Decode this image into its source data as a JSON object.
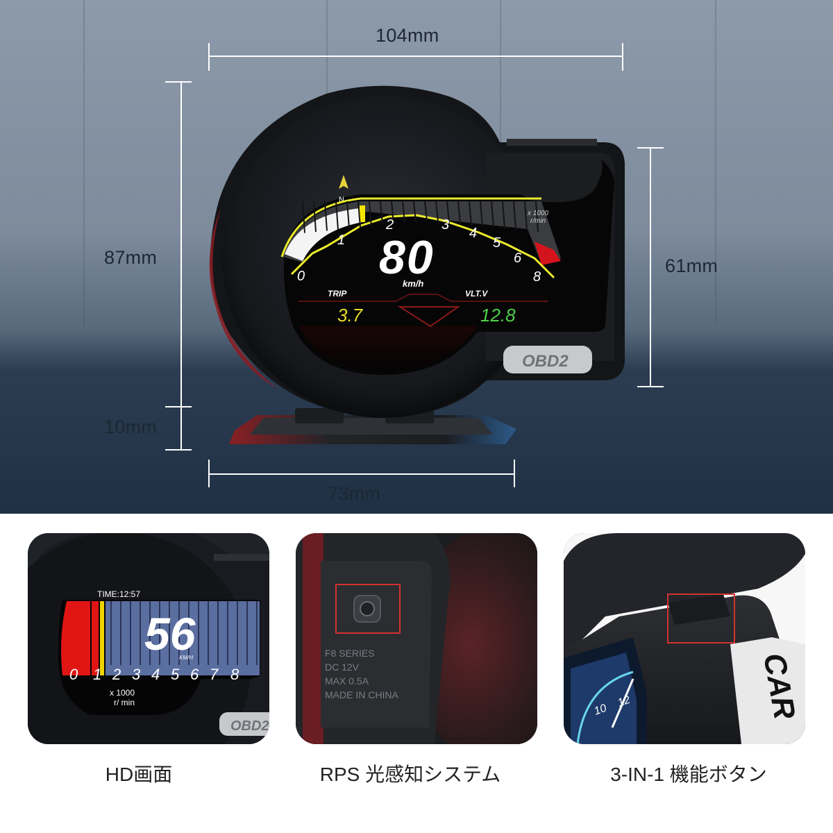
{
  "dimensions": {
    "width_top": "104mm",
    "height_total": "87mm",
    "height_screen": "61mm",
    "height_stand": "10mm",
    "width_base": "73mm"
  },
  "hero_screen": {
    "compass_letter": "N",
    "rpm_unit_line1": "x 1000",
    "rpm_unit_line2": "r/min",
    "scale_labels": [
      "0",
      "1",
      "2",
      "3",
      "4",
      "5",
      "6",
      "8"
    ],
    "speed_value": "80",
    "speed_unit": "km/h",
    "trip_label": "TRIP",
    "trip_value": "3.7",
    "voltage_label": "VLT.V",
    "voltage_value": "12.8",
    "badge": "OBD2"
  },
  "card_hd": {
    "time": "TIME:12:57",
    "speed_value": "56",
    "speed_unit": "KM/H",
    "scale": [
      "0",
      "1",
      "2",
      "3",
      "4",
      "5",
      "6",
      "7",
      "8"
    ],
    "rpm_line1": "x 1000",
    "rpm_line2": "r/ min",
    "badge": "OBD2",
    "caption": "HD画面"
  },
  "card_rps": {
    "label_lines": [
      "F8  SERIES",
      "DC  12V",
      "MAX  0.5A",
      "MADE IN CHINA"
    ],
    "caption": "RPS 光感知システム"
  },
  "card_buttons": {
    "brand_fragment": "CAR",
    "gauge_numbers": [
      "10",
      "12"
    ],
    "caption": "3-IN-1 機能ボタン"
  },
  "colors": {
    "dimension_lines": "#ffffff",
    "highlight_box": "#d4322e",
    "trip_yellow": "#e9dc2a",
    "voltage_green": "#4fd24a",
    "gauge_yellow": "#ecec2e",
    "hd_background": "#5a6ea0"
  }
}
